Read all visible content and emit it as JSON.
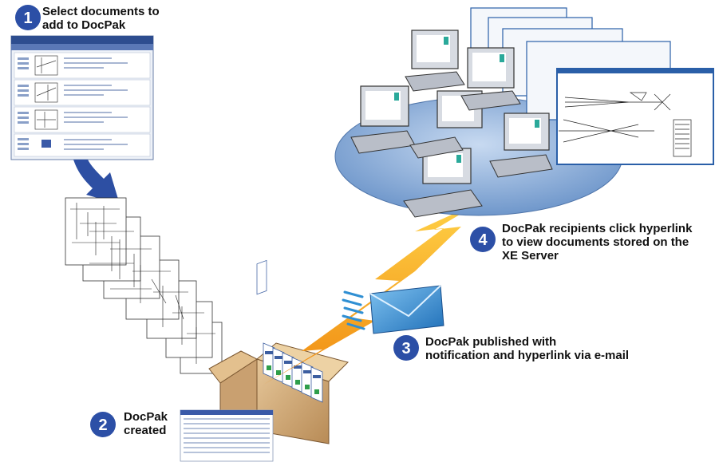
{
  "steps": [
    {
      "number": "1",
      "label": "Select documents to\nadd to DocPak"
    },
    {
      "number": "2",
      "label": "DocPak\ncreated"
    },
    {
      "number": "3",
      "label": "DocPak published with\nnotification and hyperlink via e-mail"
    },
    {
      "number": "4",
      "label": "DocPak recipients click hyperlink\nto view documents stored on the\nXE Server"
    }
  ],
  "colors": {
    "step_badge": "#2c4fa6",
    "flow_arrow": "#2d4fa3",
    "lightning": "#f7a21a",
    "envelope": "#2f8fd3",
    "network_disc": "#8fb2dc"
  }
}
